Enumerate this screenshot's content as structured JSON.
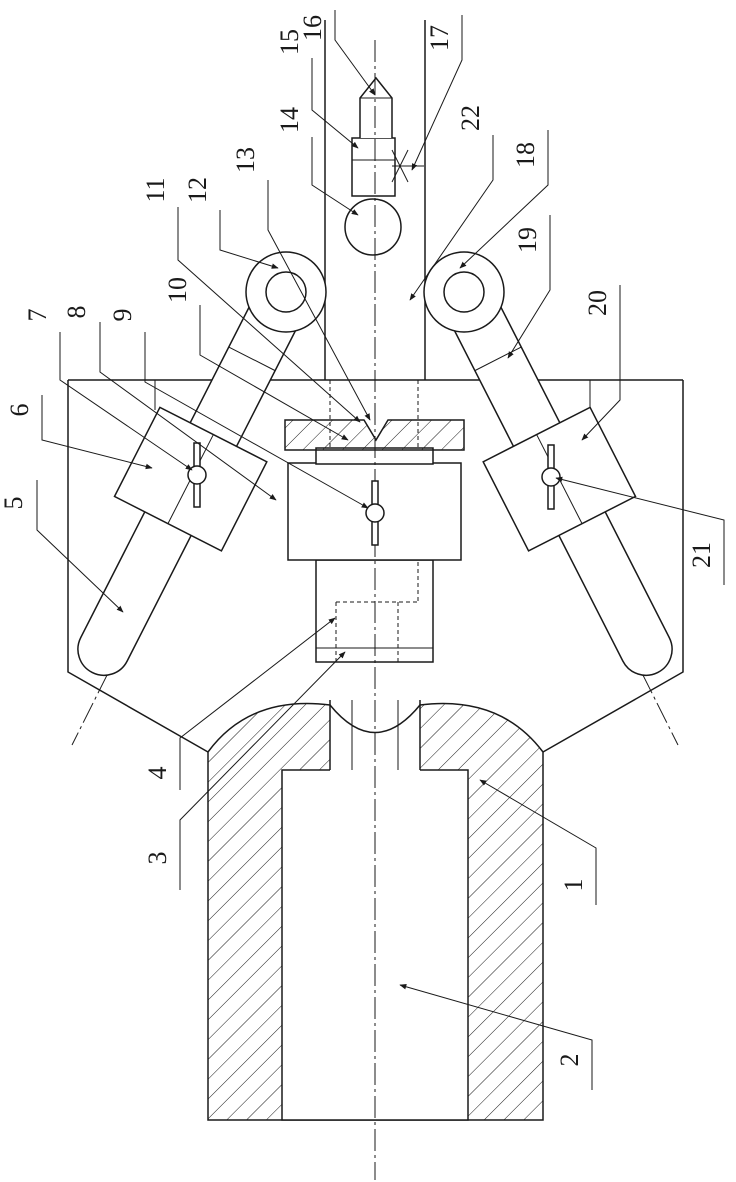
{
  "labels": [
    "1",
    "2",
    "3",
    "4",
    "5",
    "6",
    "7",
    "8",
    "9",
    "10",
    "11",
    "12",
    "13",
    "14",
    "15",
    "16",
    "17",
    "18",
    "19",
    "20",
    "21",
    "22"
  ]
}
